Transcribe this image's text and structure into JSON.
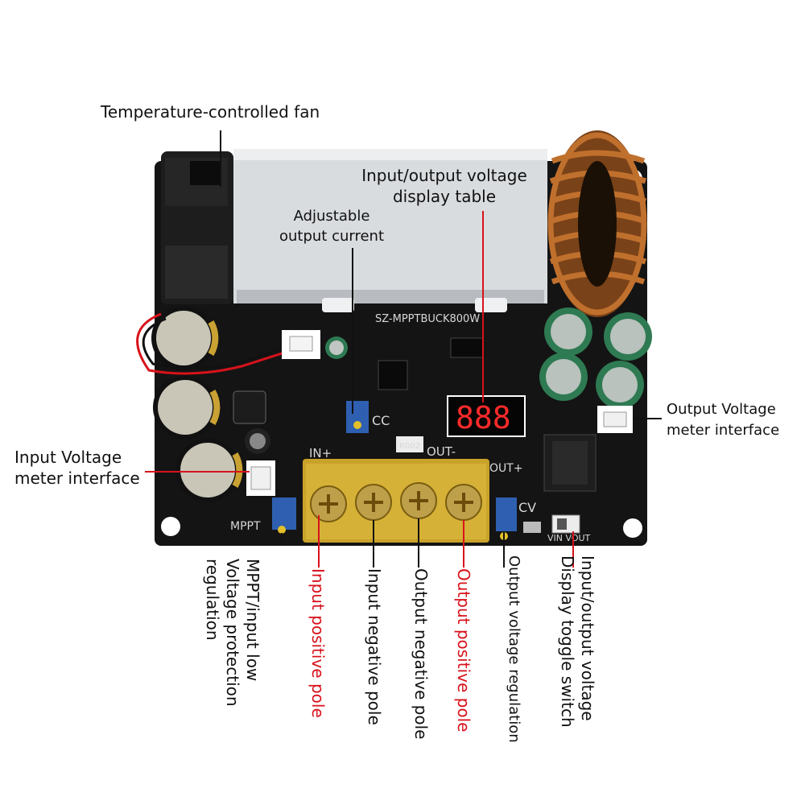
{
  "labels": {
    "fan": "Temperature-controlled fan",
    "display_line1": "Input/output voltage",
    "display_line2": "display table",
    "current_line1": "Adjustable",
    "current_line2": "output current",
    "out_meter_line1": "Output Voltage",
    "out_meter_line2": "meter interface",
    "in_meter_line1": "Input Voltage",
    "in_meter_line2": "meter interface",
    "mppt_line1": "MPPT/input low",
    "mppt_line2": "Voltage protection",
    "mppt_line3": "regulation",
    "input_positive": "Input positive pole",
    "input_negative": "Input negative pole",
    "output_negative": "Output negative pole",
    "output_positive": "Output positive pole",
    "output_regulation": "Output voltage regulation",
    "toggle_line1": "Input/output voltage",
    "toggle_line2": "Display toggle switch"
  },
  "board": {
    "model": "SZ-MPPTBUCK800W",
    "mppt": "MPPT",
    "cc": "CC",
    "cv": "CV",
    "in_label": "IN+",
    "out_label": "OUT-",
    "out_plus": "OUT+",
    "vin_vout": "VIN VOUT",
    "display_value": "888",
    "resistor_code": "R002"
  },
  "colors": {
    "pcb": "#141414",
    "heatsink": "#d9dcdf",
    "copper": "#c0702d",
    "terminal": "#c9a22a",
    "accent_red": "#d8121b",
    "pot_blue": "#2f5fb0",
    "cap_green": "#2e7a52"
  }
}
